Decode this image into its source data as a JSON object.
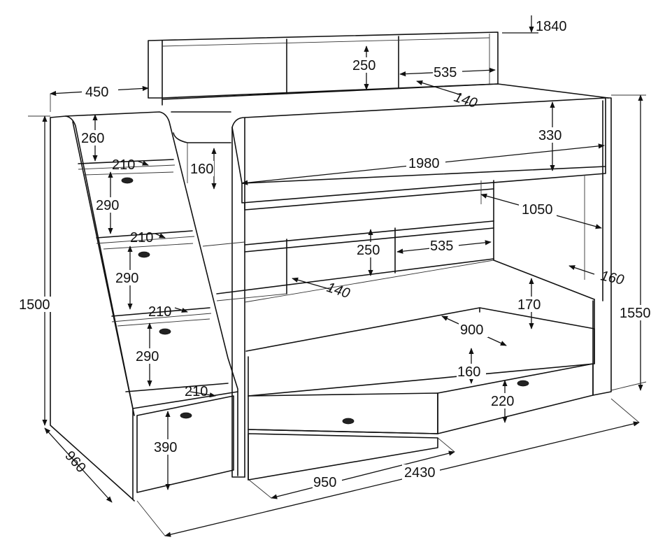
{
  "dimensions": {
    "top_height": "1840",
    "top_shelf_height": "250",
    "top_shelf_width": "535",
    "top_shelf_depth": "140",
    "stair_depth": "450",
    "stair_top_step": "260",
    "step_depth_1": "210",
    "step_height_1": "290",
    "step_depth_2": "210",
    "step_height_2": "290",
    "step_depth_3": "210",
    "step_height_3": "290",
    "step_depth_4": "210",
    "bottom_drawer_height": "390",
    "upper_rail_left": "160",
    "upper_rail_front": "330",
    "bed_length": "1980",
    "upper_width": "1050",
    "lower_shelf_height": "250",
    "lower_shelf_width": "535",
    "lower_shelf_depth": "140",
    "side_rail": "160",
    "lower_side_height": "170",
    "lower_bed_width": "900",
    "lower_front_rail": "160",
    "drawer_height": "220",
    "drawer_width": "950",
    "total_length": "2430",
    "total_depth": "960",
    "stair_height": "1500",
    "bed_height": "1550"
  },
  "colors": {
    "line": "#111111",
    "background": "#ffffff"
  }
}
